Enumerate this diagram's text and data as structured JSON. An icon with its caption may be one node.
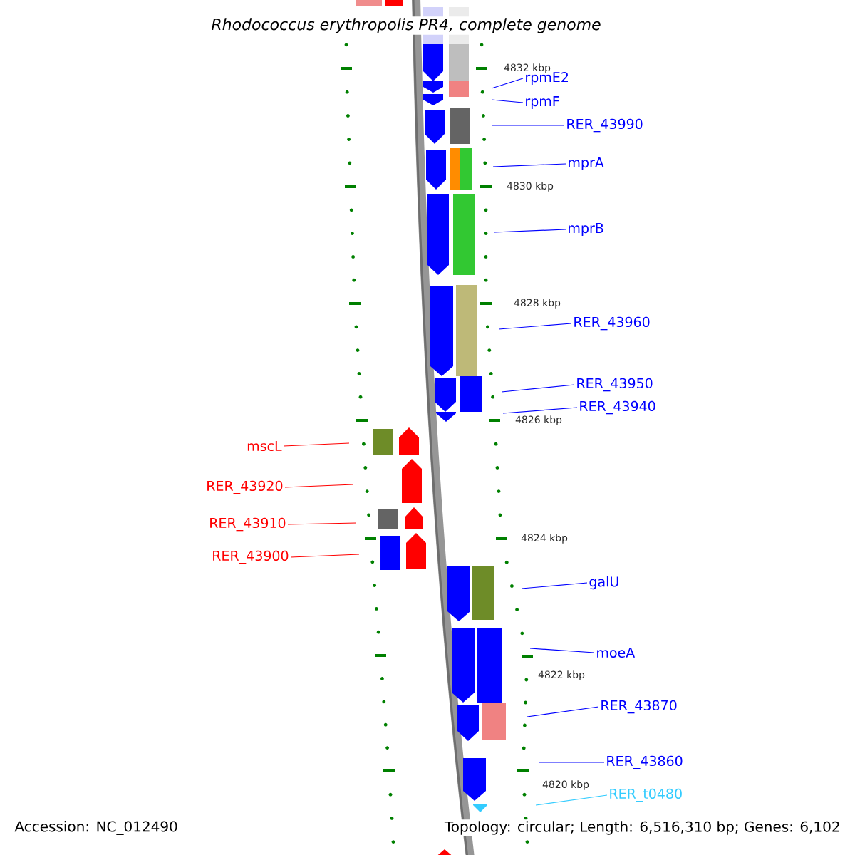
{
  "diagram": {
    "title": "Rhodococcus erythropolis PR4, complete genome",
    "nodes": [
      {
        "text": [
          "rpmE2"
        ]
      },
      {
        "text": [
          "rpmF"
        ]
      },
      {
        "text": [
          "RER_43990"
        ]
      },
      {
        "text": [
          "mprA"
        ]
      },
      {
        "text": [
          "mprB"
        ]
      },
      {
        "text": [
          "RER_43960"
        ]
      },
      {
        "text": [
          "RER_43950"
        ]
      },
      {
        "text": [
          "RER_43940"
        ]
      },
      {
        "text": [
          "mscL"
        ]
      },
      {
        "text": [
          "RER_43920"
        ]
      },
      {
        "text": [
          "RER_43910"
        ]
      },
      {
        "text": [
          "RER_43900"
        ]
      },
      {
        "text": [
          "galU"
        ]
      },
      {
        "text": [
          "moeA"
        ]
      },
      {
        "text": [
          "RER_43870"
        ]
      },
      {
        "text": [
          "RER_43860"
        ]
      },
      {
        "text": [
          "RER_t0480"
        ]
      }
    ],
    "edges": [
      {
        "from": 0,
        "to": null,
        "arrow": "none"
      },
      {
        "from": 1,
        "to": null,
        "arrow": "none"
      },
      {
        "from": 2,
        "to": null,
        "arrow": "none"
      },
      {
        "from": 3,
        "to": null,
        "arrow": "none"
      },
      {
        "from": 4,
        "to": null,
        "arrow": "none"
      },
      {
        "from": 5,
        "to": null,
        "arrow": "none"
      },
      {
        "from": 6,
        "to": null,
        "arrow": "none"
      },
      {
        "from": 7,
        "to": null,
        "arrow": "none"
      },
      {
        "from": 8,
        "to": null,
        "arrow": "none",
        "color": "#ff0000"
      },
      {
        "from": 9,
        "to": null,
        "arrow": "none",
        "color": "#ff0000"
      },
      {
        "from": 10,
        "to": null,
        "arrow": "none",
        "color": "#ff0000"
      },
      {
        "from": 11,
        "to": null,
        "arrow": "none",
        "color": "#ff0000"
      },
      {
        "from": 12,
        "to": null,
        "arrow": "none"
      },
      {
        "from": 13,
        "to": null,
        "arrow": "none"
      },
      {
        "from": 14,
        "to": null,
        "arrow": "none"
      },
      {
        "from": 15,
        "to": null,
        "arrow": "none"
      },
      {
        "from": 16,
        "to": null,
        "arrow": "none",
        "color": "#33ccff"
      }
    ],
    "labels": [
      "4832 kbp",
      "4830 kbp",
      "4828 kbp",
      "4826 kbp",
      "4824 kbp",
      "4822 kbp",
      "4820 kbp",
      "Accession: NC_012490",
      "Topology: circular; Length: 6,516,310 bp; Genes: 6,102"
    ]
  }
}
